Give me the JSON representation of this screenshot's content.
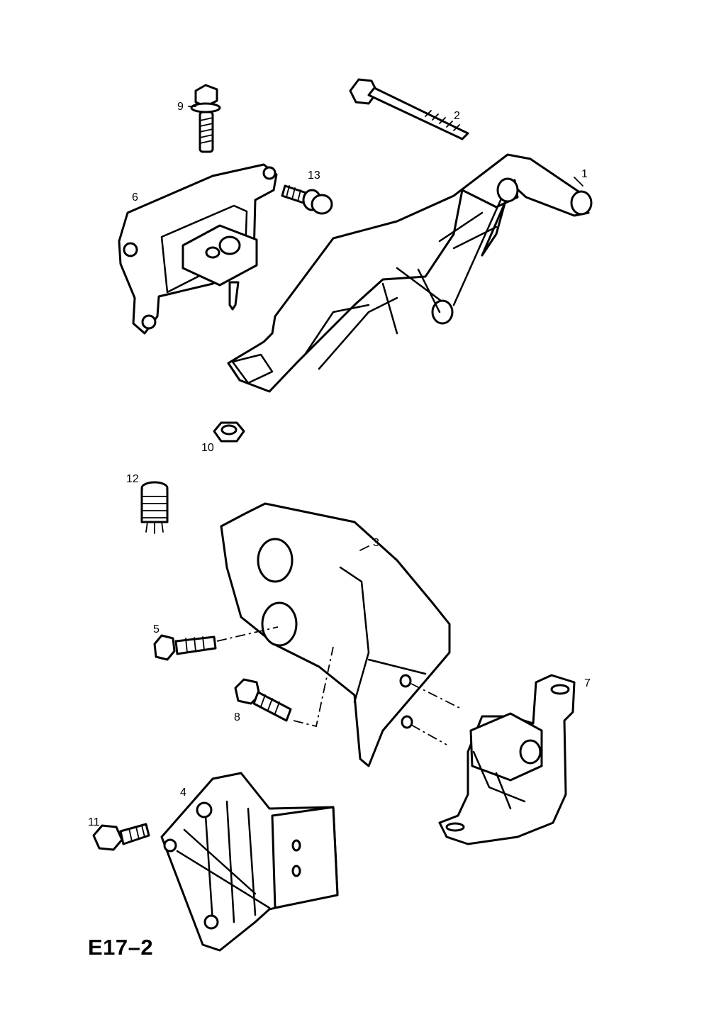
{
  "diagram_code": "E17–2",
  "callouts": [
    {
      "id": "1",
      "label": "1"
    },
    {
      "id": "2",
      "label": "2"
    },
    {
      "id": "3",
      "label": "3"
    },
    {
      "id": "4",
      "label": "4"
    },
    {
      "id": "5",
      "label": "5"
    },
    {
      "id": "6",
      "label": "6"
    },
    {
      "id": "7",
      "label": "7"
    },
    {
      "id": "8",
      "label": "8"
    },
    {
      "id": "9",
      "label": "9"
    },
    {
      "id": "10",
      "label": "10"
    },
    {
      "id": "11",
      "label": "11"
    },
    {
      "id": "12",
      "label": "12"
    },
    {
      "id": "13",
      "label": "13"
    }
  ],
  "colors": {
    "ink": "#000000",
    "paper": "#ffffff"
  }
}
